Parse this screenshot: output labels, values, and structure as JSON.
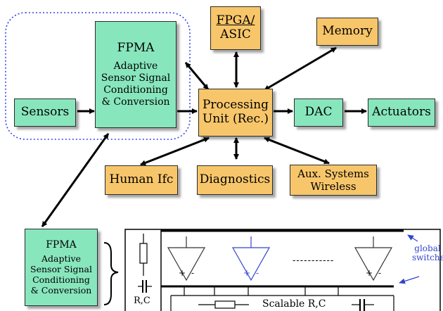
{
  "blocks": {
    "fpga_asic": {
      "line1": "FPGA/",
      "line2": "ASIC"
    },
    "memory": "Memory",
    "fpma_top": {
      "title": "FPMA",
      "lines": [
        "Adaptive",
        "Sensor Signal",
        "Conditioning",
        "& Conversion"
      ]
    },
    "sensors": "Sensors",
    "processing_unit": {
      "line1": "Processing",
      "line2": "Unit (Rec.)"
    },
    "dac": "DAC",
    "actuators": "Actuators",
    "human_ifc": "Human Ifc",
    "diagnostics": "Diagnostics",
    "aux_systems": {
      "line1": "Aux. Systems",
      "line2": "Wireless"
    },
    "fpma_bottom": {
      "title": "FPMA",
      "lines": [
        "Adaptive",
        "Sensor Signal",
        "Conditioning",
        "& Conversion"
      ]
    }
  },
  "circuit": {
    "rc_label": "R,C",
    "scalable_label": "Scalable R,C",
    "dashes": "-----------",
    "plus": "+",
    "minus": "-",
    "global_switches": {
      "line1": "global",
      "line2": "switches"
    }
  },
  "colors": {
    "orange_block": "#f8c66a",
    "green_block": "#88e6bd",
    "annotation_blue": "#3344cc",
    "dotted_outline": "#3344ee"
  }
}
